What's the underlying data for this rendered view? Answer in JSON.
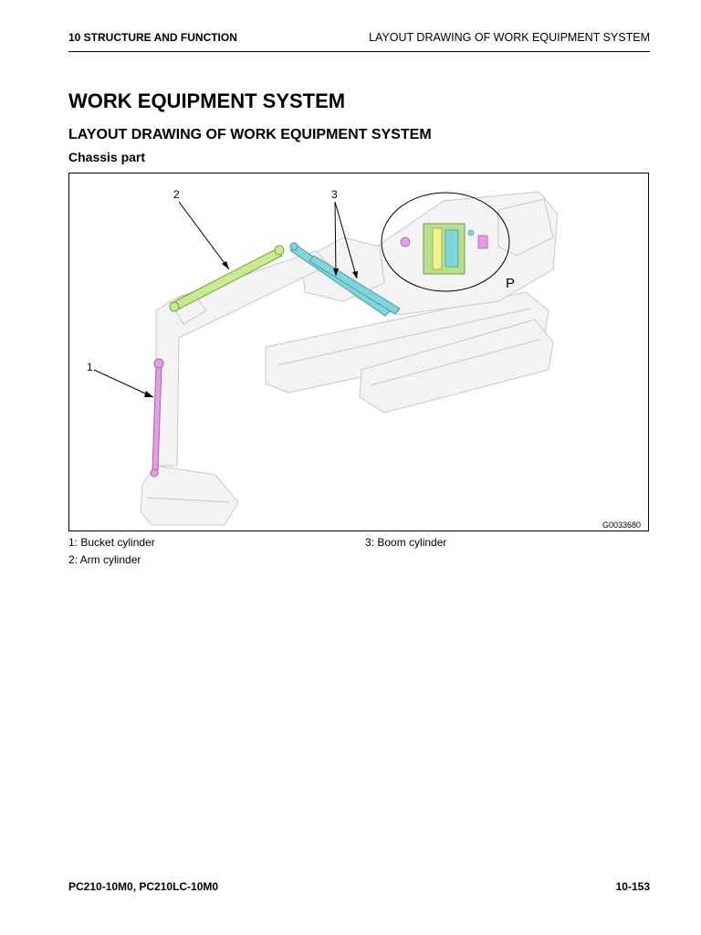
{
  "header": {
    "section": "10 STRUCTURE AND FUNCTION",
    "topic": "LAYOUT DRAWING OF WORK EQUIPMENT SYSTEM"
  },
  "title": "WORK EQUIPMENT SYSTEM",
  "subtitle": "LAYOUT DRAWING OF WORK EQUIPMENT SYSTEM",
  "section_label": "Chassis part",
  "figure": {
    "callouts": [
      "1",
      "2",
      "3"
    ],
    "detail_label": "P",
    "figure_id": "G0033680",
    "colors": {
      "bucket_cylinder": "#e89ae8",
      "arm_cylinder": "#c8ec8a",
      "boom_cylinder": "#7dd6dc"
    }
  },
  "legend": [
    "1: Bucket cylinder",
    "2: Arm cylinder",
    "3: Boom cylinder"
  ],
  "footer": {
    "model": "PC210-10M0, PC210LC-10M0",
    "page": "10-153"
  }
}
